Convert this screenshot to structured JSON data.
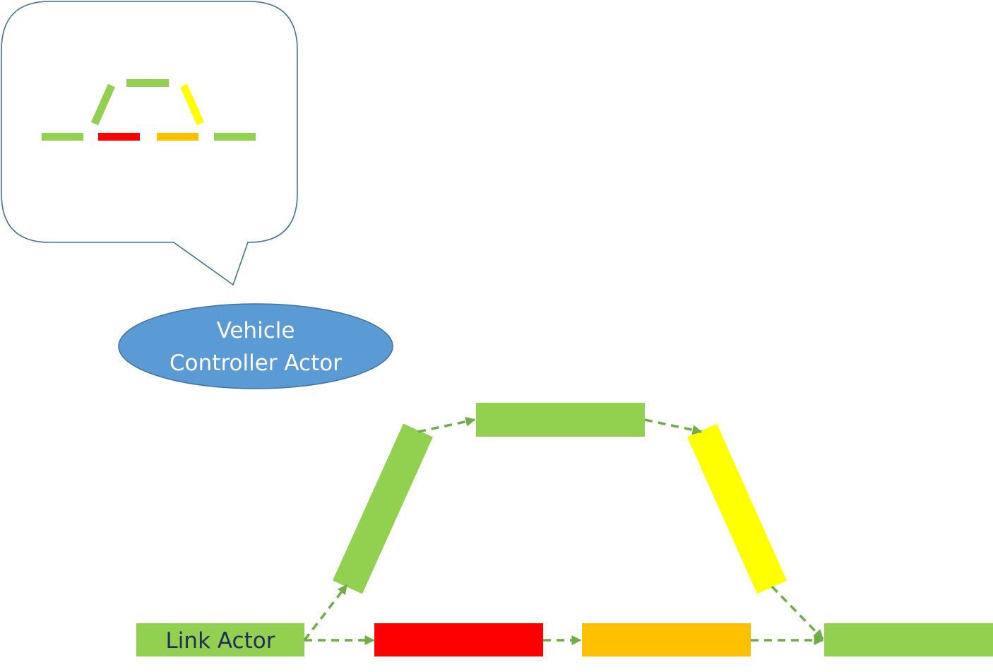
{
  "diagram": {
    "vehicle_actor": {
      "line1": "Vehicle",
      "line2": "Controller Actor",
      "fill": "#5B9BD5",
      "stroke": "#41719C",
      "text_color": "#FFFFFF"
    },
    "link_actor": {
      "label": "Link Actor",
      "text_color": "#1F2D5A"
    },
    "colors": {
      "green": "#92D050",
      "red": "#FF0000",
      "orange": "#FFC000",
      "yellow": "#FFFF00",
      "arrow": "#70AD47",
      "callout_stroke": "#41719C"
    },
    "links": [
      {
        "id": "link-actor",
        "color": "green"
      },
      {
        "id": "ramp-up",
        "color": "green"
      },
      {
        "id": "top",
        "color": "green"
      },
      {
        "id": "ramp-down",
        "color": "yellow"
      },
      {
        "id": "bottom-red",
        "color": "red"
      },
      {
        "id": "bottom-orange",
        "color": "orange"
      },
      {
        "id": "end",
        "color": "green"
      }
    ]
  }
}
